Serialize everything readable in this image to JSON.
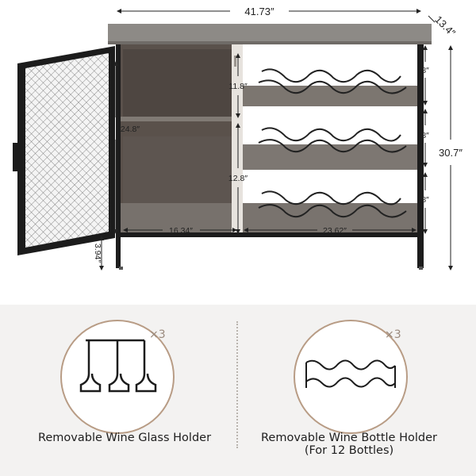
{
  "dimensions": {
    "width": "41.73″",
    "depth": "13.4″",
    "height": "30.7″",
    "leg_height": "3.94″",
    "cabinet_height": "24.8″",
    "upper_cabinet_shelf": "11.8″",
    "lower_cabinet_shelf": "12.8″",
    "rack_shelf_1": "8″",
    "rack_shelf_2": "8″",
    "rack_shelf_3": "8″",
    "cabinet_width": "16.34″",
    "rack_width": "23.62″"
  },
  "accessories": {
    "glass_holder": {
      "quantity": "×3",
      "label": "Removable Wine Glass Holder"
    },
    "bottle_holder": {
      "quantity": "×3",
      "label_line1": "Removable Wine Bottle Holder",
      "label_line2": "(For 12 Bottles)"
    }
  },
  "colors": {
    "wood_top": "#8d8a86",
    "wood_interior": "#5a514b",
    "frame": "#1c1c1c",
    "background_panel": "#f3f2f1",
    "circle_border": "#b89c85"
  }
}
